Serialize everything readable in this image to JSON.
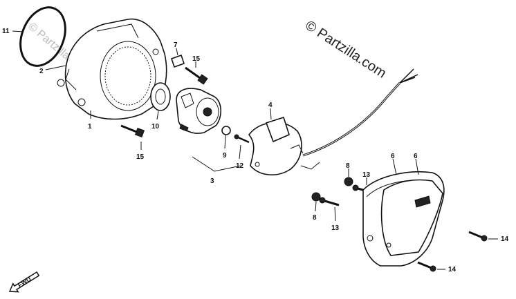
{
  "watermark": {
    "text": "© Partzilla.com",
    "faint_text": "© Partzilla.com"
  },
  "direction_arrow": {
    "label": "FWD"
  },
  "callouts": {
    "c11": "11",
    "c2": "2",
    "c1": "1",
    "c7": "7",
    "c15a": "15",
    "c10": "10",
    "c15b": "15",
    "c9": "9",
    "c12": "12",
    "c3": "3",
    "c4": "4",
    "c8a": "8",
    "c13a": "13",
    "c8b": "8",
    "c13b": "13",
    "c6a": "6",
    "c6b": "6",
    "c14a": "14",
    "c14b": "14"
  }
}
